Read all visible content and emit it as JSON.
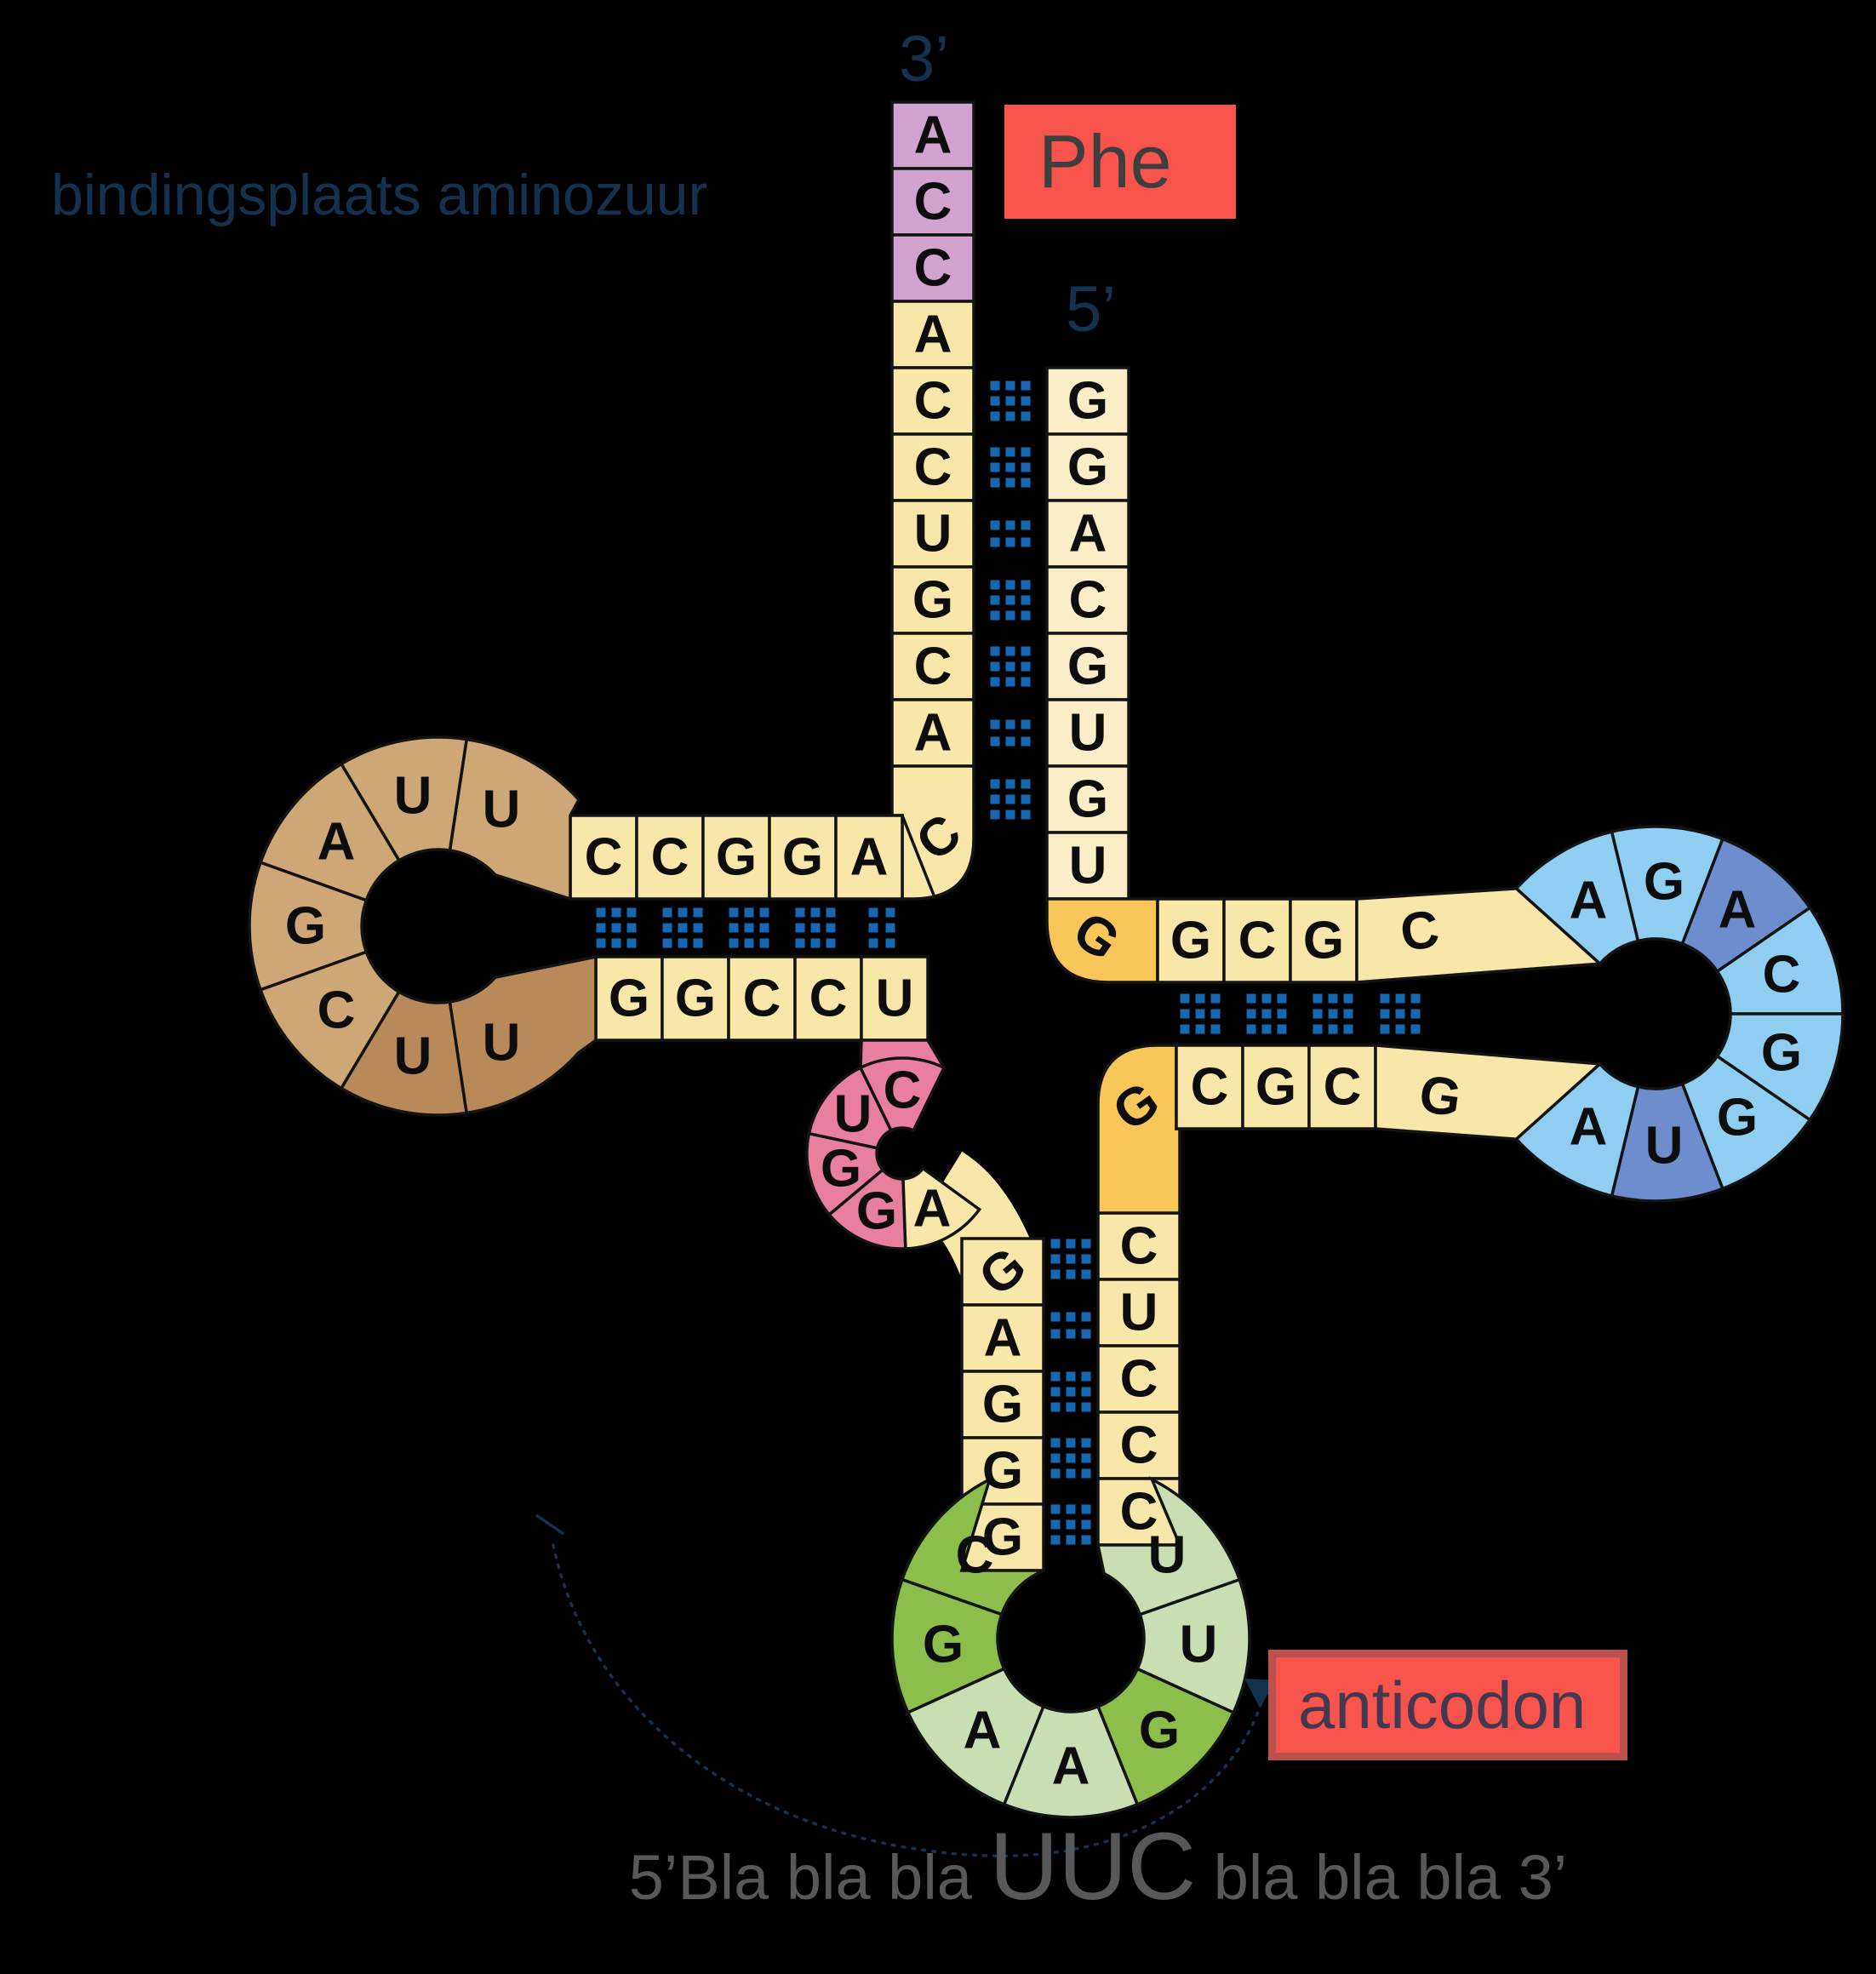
{
  "labels": {
    "amino_acid_site": "bindingsplaats aminozuur",
    "three_prime": "3’",
    "five_prime": "5’",
    "amino_acid": "Phe",
    "anticodon": "anticodon",
    "codon_prefix": "5’Bla bla bla ",
    "codon": "UUC",
    "codon_suffix": " bla bla bla 3’"
  },
  "colors": {
    "background": "#000000",
    "yellow": "#F8E7A9",
    "cream": "#FAEEC8",
    "orange": "#F9C659",
    "purple": "#D2A3CE",
    "pink": "#E97F9E",
    "tan": "#CDA876",
    "tan_dark": "#B98A59",
    "blue_light": "#8FCEF0",
    "blue_dark": "#6D8DCE",
    "green_dark": "#8CBE4B",
    "green_light": "#CADEB4",
    "bond_dots": "#1668B2",
    "label_box_red": "#F7544B",
    "label_box_border": "#B9524E",
    "navy": "#14324E",
    "caption_gray": "#58585A",
    "letter": "#0D0D0D",
    "outline": "#131313"
  },
  "diagram": {
    "acceptor_tail_3p": [
      "A",
      "C",
      "C"
    ],
    "acceptor_3p_strand": [
      "A",
      "C",
      "C",
      "U",
      "G",
      "C",
      "A"
    ],
    "acceptor_3p_bend": "C",
    "acceptor_5p_strand": [
      "G",
      "G",
      "A",
      "C",
      "G",
      "U",
      "G",
      "U"
    ],
    "acceptor_5p_bend": "G",
    "acceptor_bonds": [
      3,
      3,
      2,
      3,
      3,
      2,
      3
    ],
    "d_arm_top_row": [
      "C",
      "C",
      "G",
      "G",
      "A"
    ],
    "d_arm_bottom_row": [
      "G",
      "G",
      "C",
      "C",
      "U"
    ],
    "d_arm_bonds": [
      3,
      3,
      3,
      3,
      2
    ],
    "d_loop": [
      "U",
      "U",
      "A",
      "G",
      "C",
      "U",
      "U"
    ],
    "d_loop_shades": [
      "light",
      "light",
      "light",
      "light",
      "light",
      "dark",
      "dark"
    ],
    "t_arm_top_row": [
      "G",
      "C",
      "G",
      "C"
    ],
    "t_arm_bottom_row": [
      "C",
      "G",
      "C",
      "G"
    ],
    "t_arm_bonds": [
      3,
      3,
      3,
      3
    ],
    "t_arm_bend_5p": "G",
    "t_arm_bend_3p": "G",
    "t_loop": [
      "A",
      "G",
      "A",
      "C",
      "G",
      "G",
      "U",
      "A"
    ],
    "t_loop_shades": [
      "light",
      "light",
      "dark",
      "light",
      "light",
      "light",
      "dark",
      "light"
    ],
    "variable_loop": [
      "C",
      "U",
      "G",
      "G"
    ],
    "variable_loop_exit": "A",
    "variable_loop_bend": "G",
    "anticodon_left_strand": [
      "G",
      "A",
      "G",
      "G",
      "G"
    ],
    "anticodon_right_strand": [
      "C",
      "U",
      "C",
      "C",
      "C"
    ],
    "anticodon_bonds": [
      3,
      2,
      3,
      3,
      3
    ],
    "anticodon_loop": [
      "C",
      "G",
      "A",
      "A",
      "G",
      "U",
      "U"
    ],
    "anticodon_loop_shades": [
      "dark",
      "dark",
      "light",
      "light",
      "dark",
      "light",
      "light"
    ]
  }
}
